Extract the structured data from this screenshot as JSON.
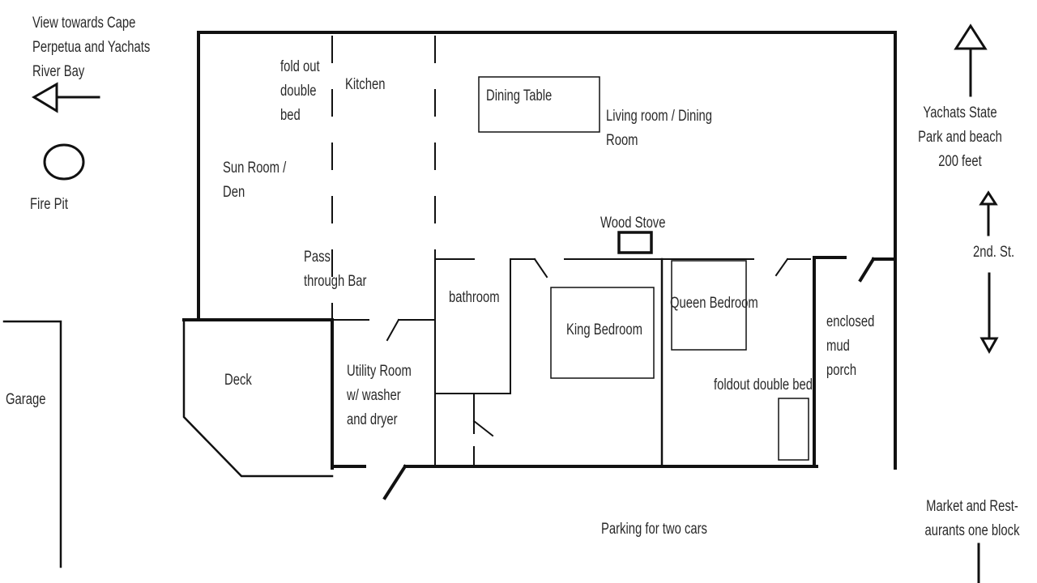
{
  "title": "Floor plan",
  "labels": {
    "view": "View towards Cape\nPerpetua and Yachats\nRiver Bay",
    "fire_pit": "Fire Pit",
    "fold_out": "fold out\ndouble\nbed",
    "kitchen": "Kitchen",
    "dining_table": "Dining Table",
    "living_room": "Living room / Dining\nRoom",
    "sun_room": "Sun Room /\nDen",
    "wood_stove": "Wood Stove",
    "pass_through": "Pass\nthrough Bar",
    "bathroom": "bathroom",
    "king_bedroom": "King Bedroom",
    "queen_bedroom": "Queen Bedroom",
    "mud_porch": "enclosed\nmud\nporch",
    "foldout_double_bed": "foldout double bed",
    "deck": "Deck",
    "utility_room": "Utility Room\nw/ washer\nand dryer",
    "garage": "Garage",
    "parking": "Parking for two cars",
    "state_park": "Yachats State\nPark and beach\n200 feet",
    "street": "2nd. St.",
    "market": "Market and Rest-\naurants one block"
  }
}
